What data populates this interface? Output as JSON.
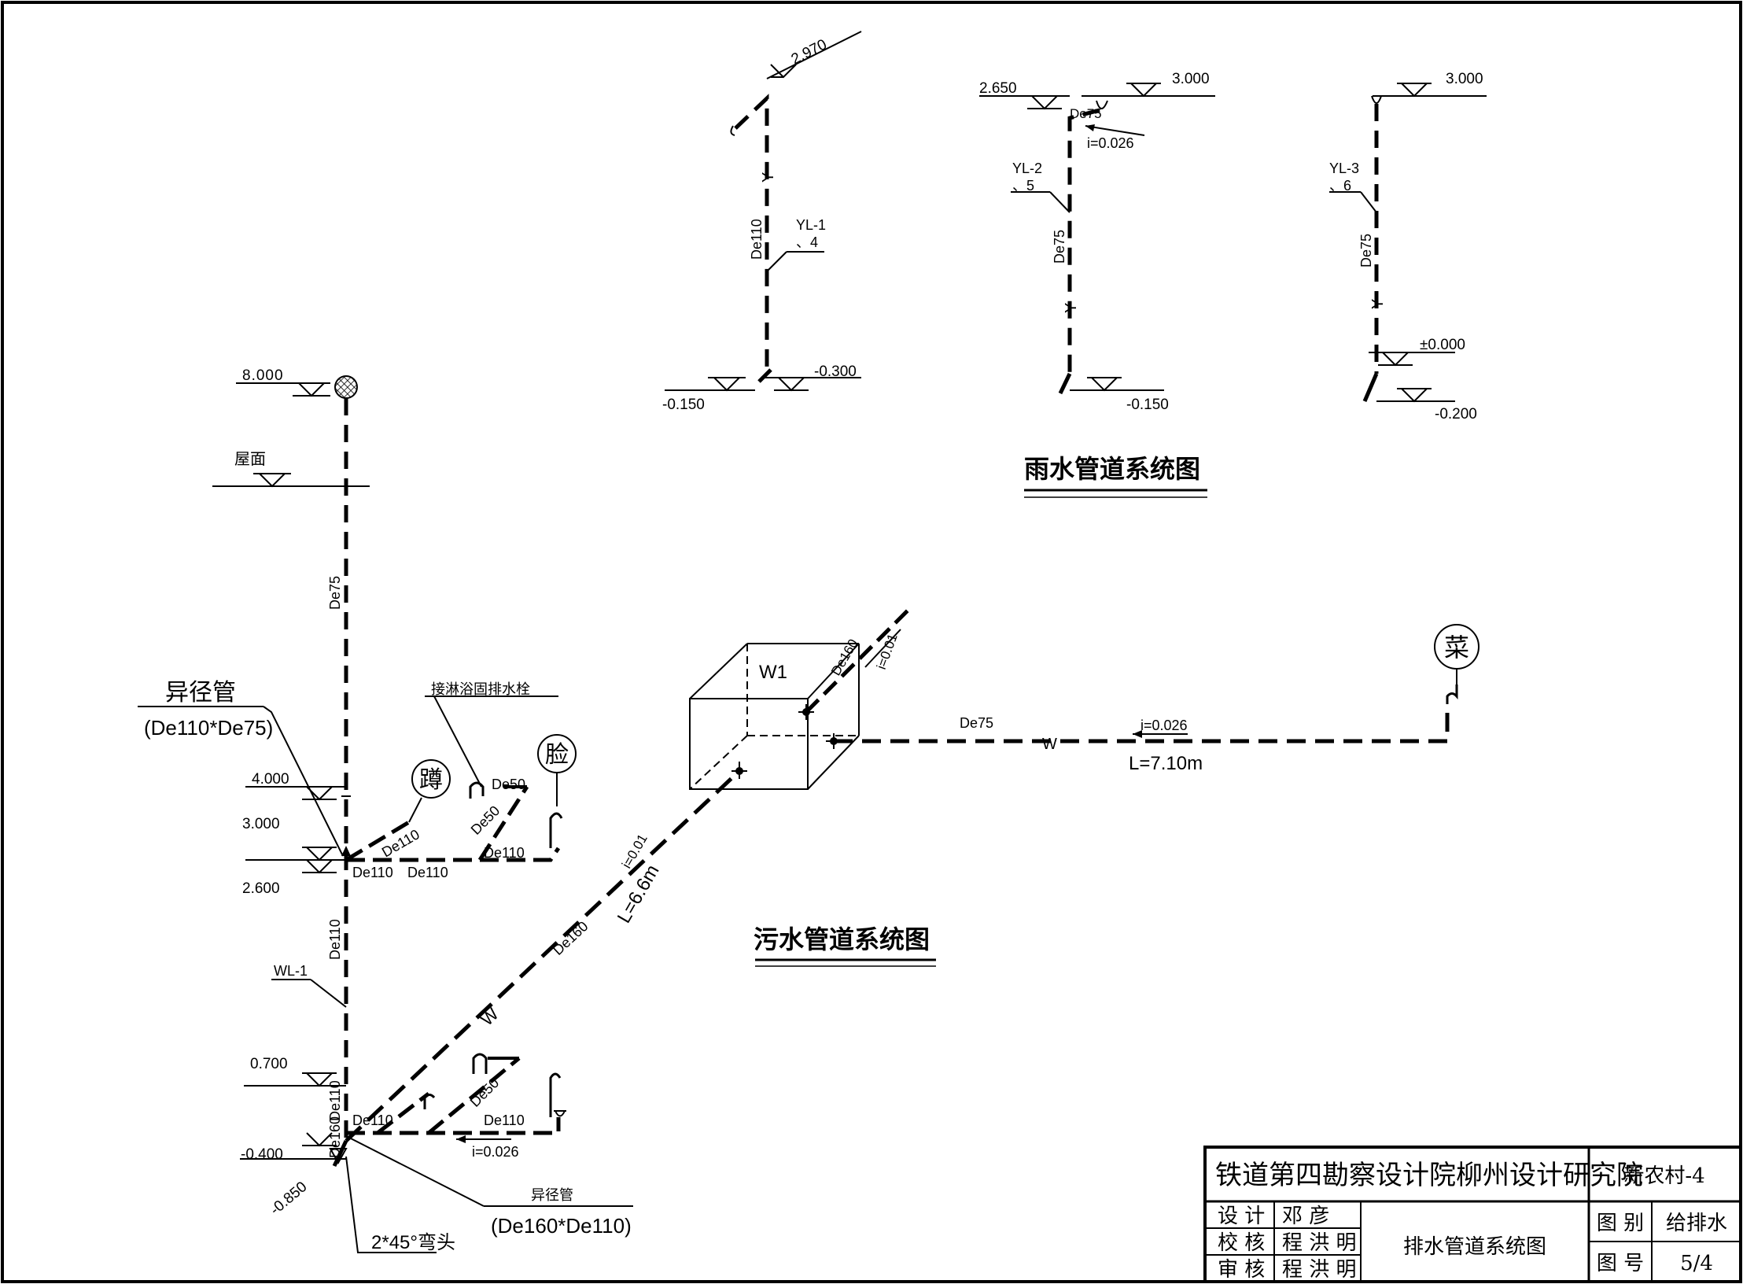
{
  "sewage": {
    "title": "污水管道系统图",
    "elev_8000": "8.000",
    "roof": "屋面",
    "elev_4000": "4.000",
    "elev_3000": "3.000",
    "elev_2600": "2.600",
    "elev_0700": "0.700",
    "elev_n0400": "-0.400",
    "elev_n0850": "-0.850",
    "reducer_label": "异径管",
    "reducer_spec": "(De110*De75)",
    "reducer2_label": "异径管",
    "reducer2_spec": "(De160*De110)",
    "elbow": "2*45°弯头",
    "wl1": "WL-1",
    "shower_drain": "接淋浴固排水栓",
    "squat": "蹲",
    "basin": "脸",
    "veg": "菜",
    "de75_riser": "De75",
    "de110_riser": "De110",
    "de110_a": "De110",
    "de110_b": "De110",
    "de110_c": "De110",
    "de110_d": "De110",
    "de110_e": "De110",
    "de110_f": "De110",
    "de110_g": "De110",
    "de160_a": "De160",
    "de160_b": "De160",
    "de50_a": "De50",
    "de50_b": "De50",
    "de50_c": "De50",
    "de75_h": "De75",
    "w_a": "W",
    "w_b": "W",
    "slope_001_a": "i=0.01",
    "slope_001_b": "i=0.01",
    "slope_0026_a": "i=0.026",
    "slope_0026_b": "i=0.026",
    "len_66": "L=6.6m",
    "len_710": "L=7.10m",
    "box": "W1",
    "de160_box": "De160"
  },
  "rain": {
    "title": "雨水管道系统图",
    "yl1_elev_top": "2.970",
    "yl1_label": "YL-1",
    "yl1_sub": "、4",
    "yl1_pipe": "De110",
    "yl1_y": "Y",
    "yl1_elev_a": "-0.300",
    "yl1_elev_b": "-0.150",
    "yl2_elev_a": "2.650",
    "yl2_elev_b": "3.000",
    "yl2_top": "De75",
    "yl2_slope": "i=0.026",
    "yl2_label": "YL-2",
    "yl2_sub": "、5",
    "yl2_pipe": "De75",
    "yl2_y": "Y",
    "yl2_elev_bottom": "-0.150",
    "yl3_elev_top": "3.000",
    "yl3_label": "YL-3",
    "yl3_sub": "、6",
    "yl3_pipe": "De75",
    "yl3_y": "Y",
    "yl3_elev_a": "±0.000",
    "yl3_elev_b": "-0.200"
  },
  "title_block": {
    "institute": "铁道第四勘察设计院柳州设计研究院",
    "project": "新农村-4",
    "design_role": "设 计",
    "design_name": "邓 彦",
    "check_role": "校 核",
    "check_name": "程 洪 明",
    "review_role": "审 核",
    "review_name": "程 洪 明",
    "drawing_name": "排水管道系统图",
    "category_label": "图 别",
    "category_value": "给排水",
    "number_label": "图 号",
    "number_value": "5/4"
  }
}
